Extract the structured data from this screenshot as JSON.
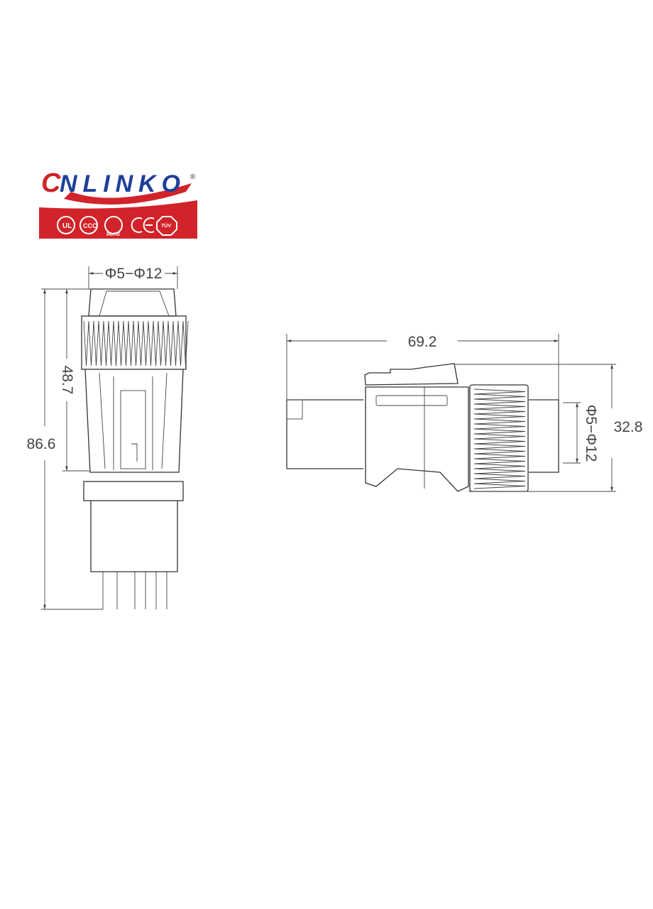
{
  "logo": {
    "brand": "CNLINKO",
    "registered": "®",
    "certifications": [
      "UL",
      "CCC",
      "RoHS",
      "CE",
      "TÜV"
    ],
    "colors": {
      "red": "#d2232a",
      "blue": "#1f3f9a"
    }
  },
  "front_view": {
    "cable_diameter": "Φ5−Φ12",
    "total_height": "86.6",
    "upper_height": "48.7"
  },
  "side_view": {
    "length": "69.2",
    "height": "32.8",
    "cable_diameter": "Φ5−Φ12"
  }
}
